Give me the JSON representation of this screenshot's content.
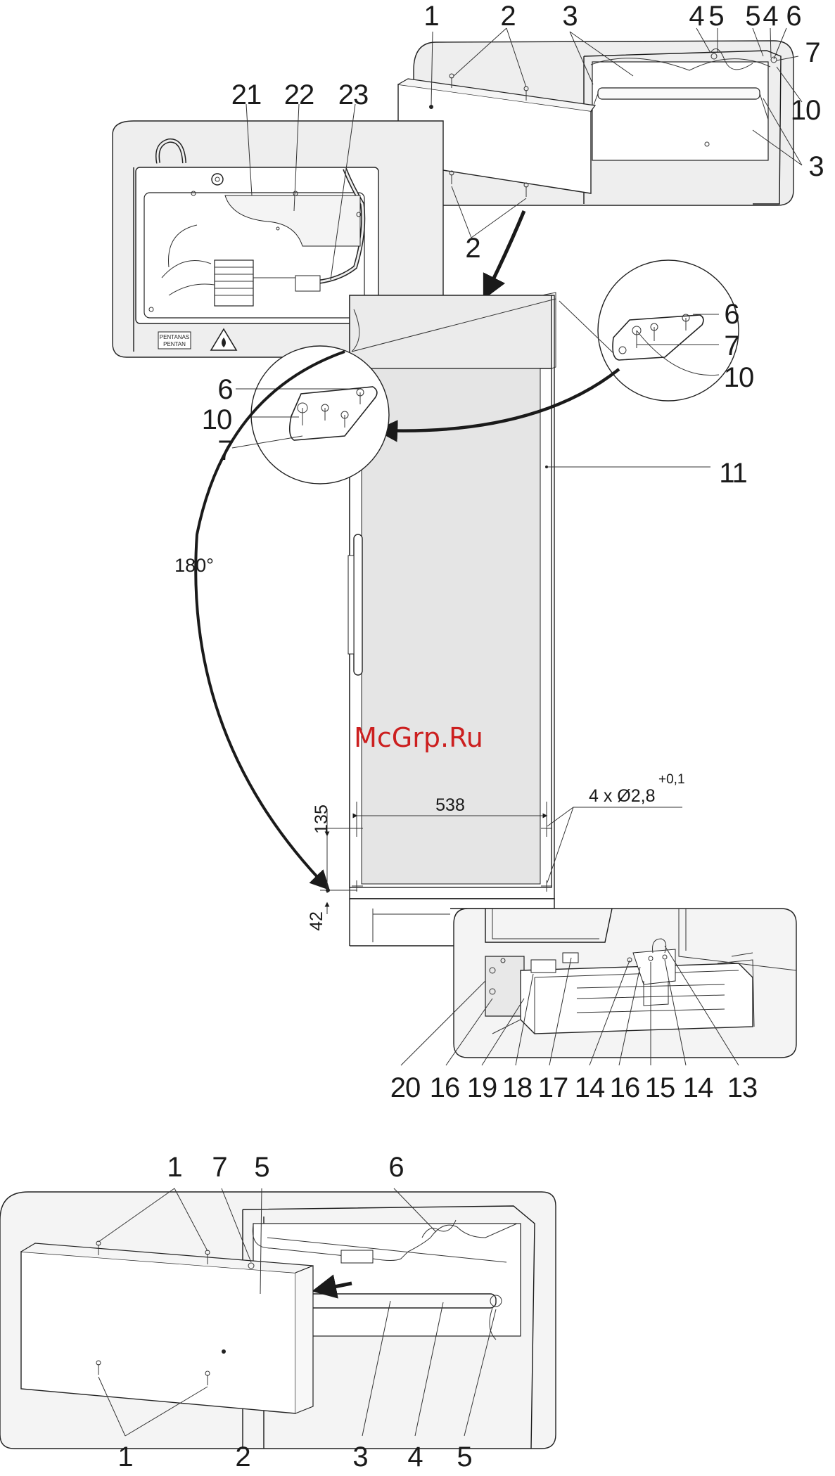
{
  "callouts": {
    "top": [
      "1",
      "2",
      "3",
      "4",
      "5",
      "5",
      "4",
      "6",
      "7",
      "10",
      "3",
      "2",
      "21",
      "22",
      "23"
    ],
    "hinge_right": [
      "6",
      "7",
      "10"
    ],
    "hinge_left": [
      "6",
      "10",
      "7"
    ],
    "door": "11",
    "bottom_row": [
      "20",
      "16",
      "19",
      "18",
      "17",
      "14",
      "16",
      "15",
      "14",
      "13"
    ],
    "lamp_top": [
      "1",
      "7",
      "5",
      "6"
    ],
    "lamp_bottom": [
      "1",
      "2",
      "3",
      "4",
      "5"
    ]
  },
  "dimensions": {
    "width": "538",
    "top_offset": "135",
    "bottom_offset": "42",
    "holes": "4 x Ø2,8",
    "tolerance": "+0,1",
    "rotation": "180°"
  },
  "warning_label": [
    "PENTANAS",
    "PENTAN"
  ],
  "watermark": "McGrp.Ru"
}
